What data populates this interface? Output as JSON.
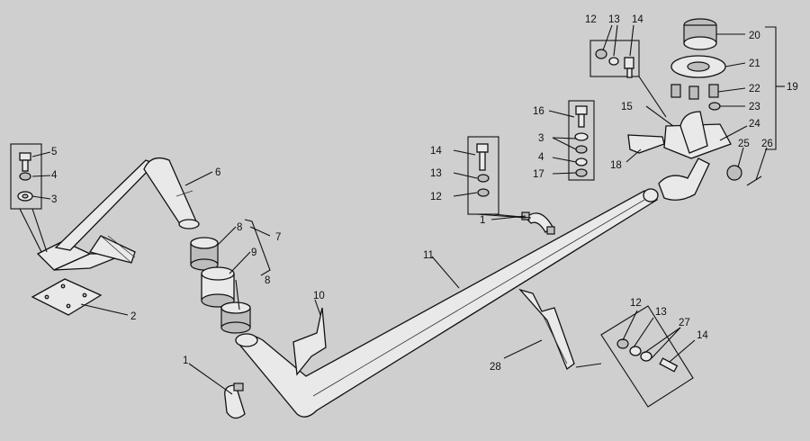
{
  "diagram": {
    "background": "#cfcfcf",
    "line_color": "#111111",
    "callouts": [
      "1",
      "2",
      "3",
      "4",
      "5",
      "6",
      "7",
      "8",
      "9",
      "10",
      "11",
      "12",
      "13",
      "14",
      "15",
      "16",
      "17",
      "18",
      "19",
      "20",
      "21",
      "22",
      "23",
      "24",
      "25",
      "26",
      "27",
      "28"
    ]
  }
}
